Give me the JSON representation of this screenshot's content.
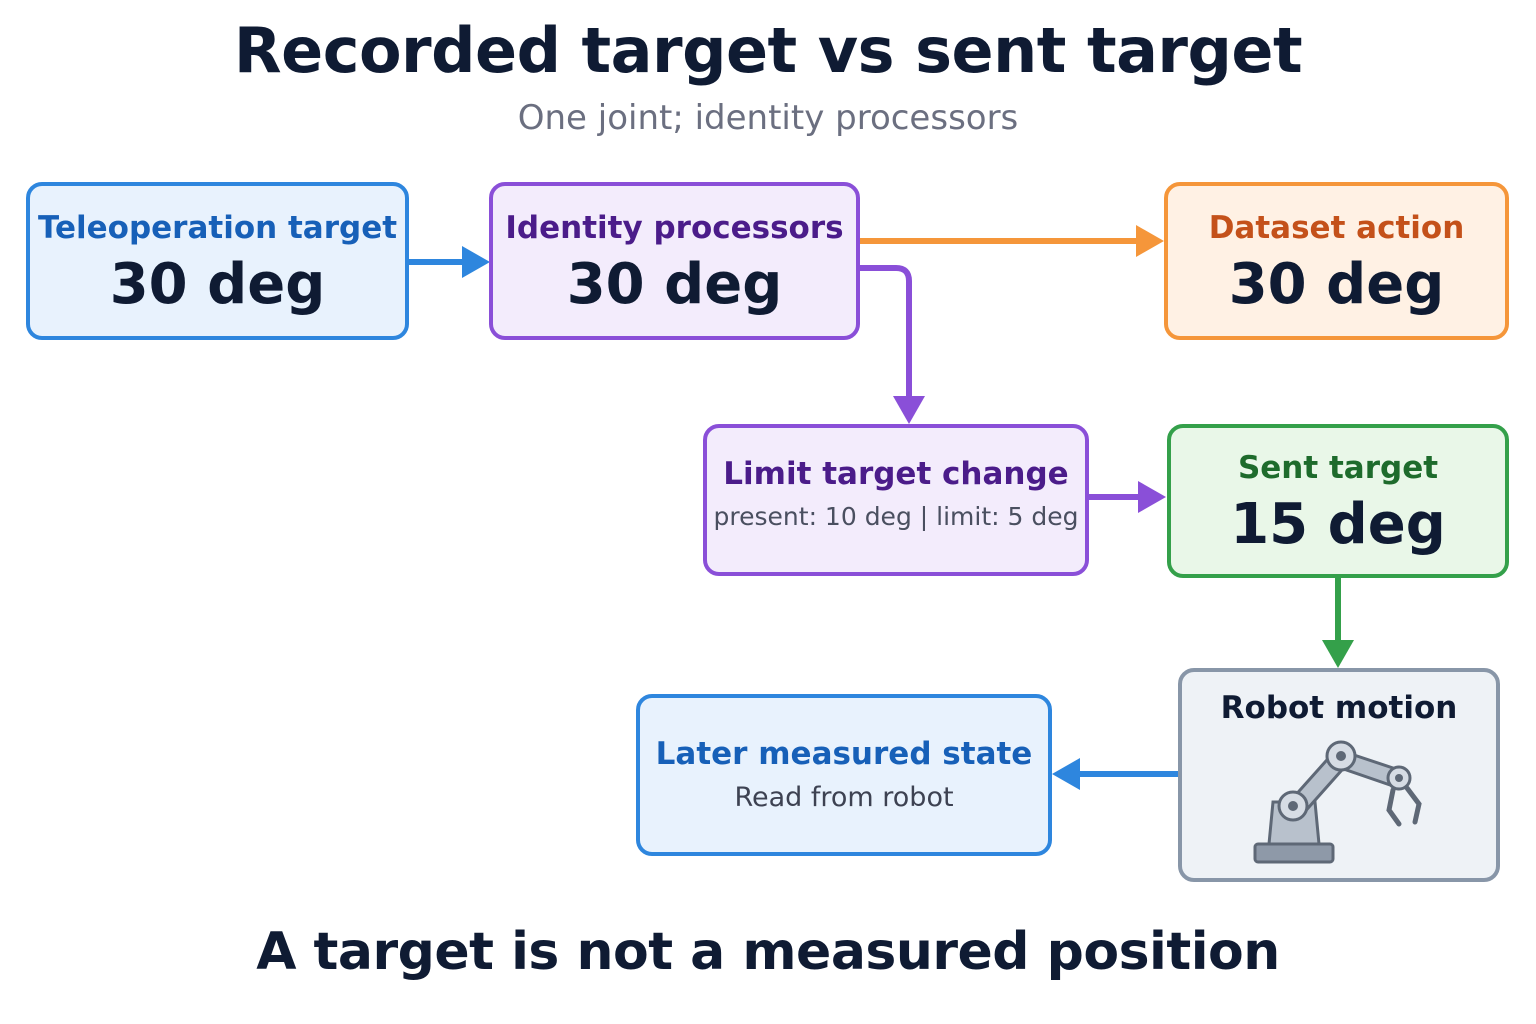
{
  "title": "Recorded target vs sent target",
  "subtitle": "One joint; identity processors",
  "footer": "A target is not a measured position",
  "nodes": {
    "teleop": {
      "label": "Teleoperation target",
      "value": "30 deg"
    },
    "identity": {
      "label": "Identity processors",
      "value": "30 deg"
    },
    "dataset": {
      "label": "Dataset action",
      "value": "30 deg"
    },
    "limit": {
      "label": "Limit target change",
      "note": "present: 10 deg | limit: 5 deg"
    },
    "sent": {
      "label": "Sent target",
      "value": "15 deg"
    },
    "robot": {
      "label": "Robot motion",
      "icon": "robot-arm-icon"
    },
    "measured": {
      "label": "Later measured state",
      "note": "Read from robot"
    }
  },
  "colors": {
    "blue": "#2e86de",
    "purple": "#8a4fd8",
    "orange": "#f5963a",
    "green": "#34a04a",
    "gray": "#8896a8"
  }
}
